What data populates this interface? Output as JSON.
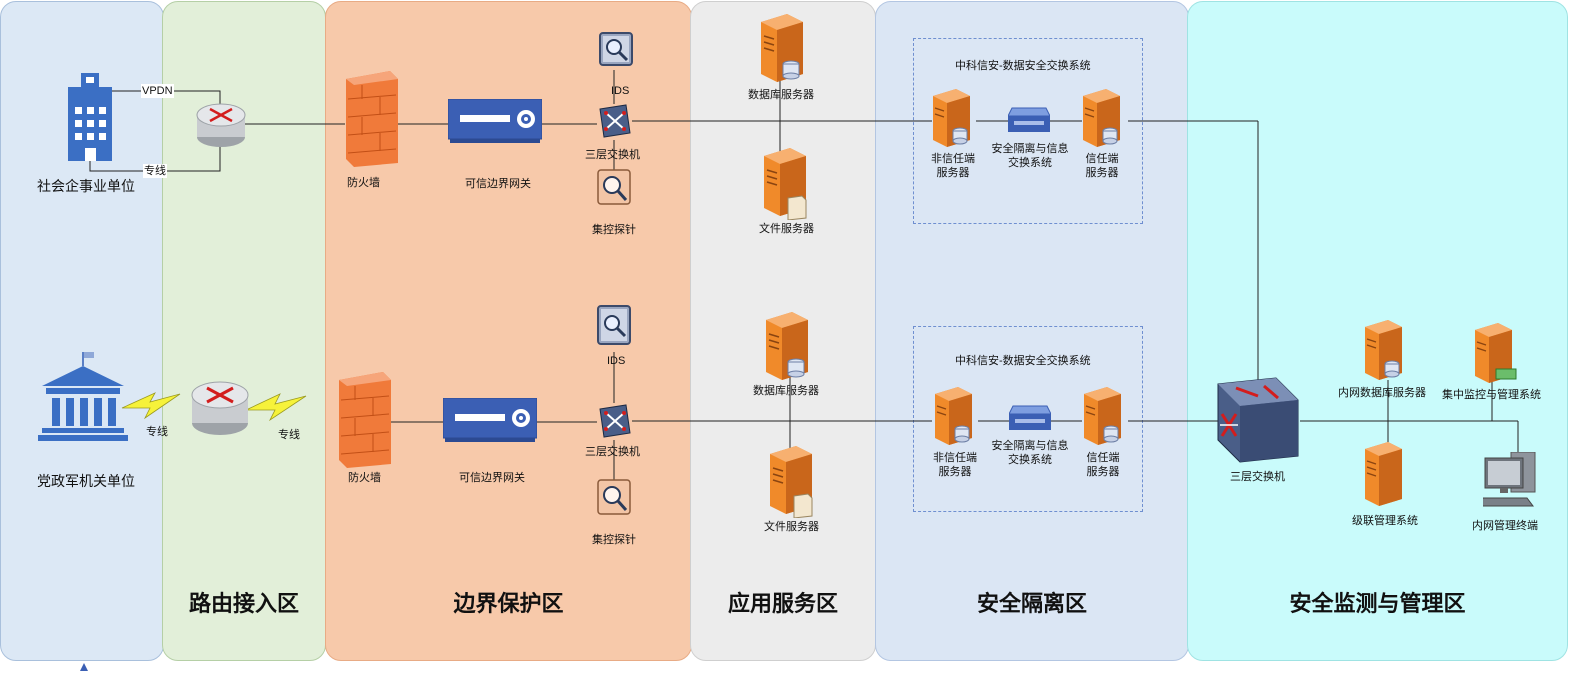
{
  "zones": {
    "routing": "路由接入区",
    "boundary": "边界保护区",
    "application": "应用服务区",
    "isolation": "安全隔离区",
    "monitoring": "安全监测与管理区"
  },
  "left_units": {
    "enterprise": "社会企事业单位",
    "government": "党政军机关单位"
  },
  "links": {
    "vpdn": "VPDN",
    "dedicated": "专线"
  },
  "top_chain": {
    "firewall": "防火墙",
    "gateway": "可信边界网关",
    "ids": "IDS",
    "switch": "三层交换机",
    "probe": "集控探针",
    "db_server": "数据库服务器",
    "file_server": "文件服务器",
    "exchange_title": "中科信安-数据安全交换系统",
    "untrusted": "非信任端\n服务器",
    "isolation_sys": "安全隔离与信息\n交换系统",
    "trusted": "信任端\n服务器"
  },
  "bottom_chain": {
    "firewall": "防火墙",
    "gateway": "可信边界网关",
    "ids": "IDS",
    "switch": "三层交换机",
    "probe": "集控探针",
    "db_server": "数据库服务器",
    "file_server": "文件服务器",
    "exchange_title": "中科信安-数据安全交换系统",
    "untrusted": "非信任端\n服务器",
    "isolation_sys": "安全隔离与信息\n交换系统",
    "trusted": "信任端\n服务器"
  },
  "monitoring_devices": {
    "core_switch": "三层交换机",
    "intranet_db": "内网数据库服务器",
    "central_mgmt": "集中监控与管理系统",
    "cascade_mgmt": "级联管理系统",
    "terminal": "内网管理终端"
  },
  "colors": {
    "zone_left": "#dce8f5",
    "zone_routing": "#e2efd9",
    "zone_boundary": "#f7c9aa",
    "zone_application": "#ececec",
    "zone_isolation": "#dbe6f4",
    "zone_monitoring": "#c9fbfb",
    "server_orange": "#f08a2a",
    "device_blue": "#3b5fb4"
  }
}
